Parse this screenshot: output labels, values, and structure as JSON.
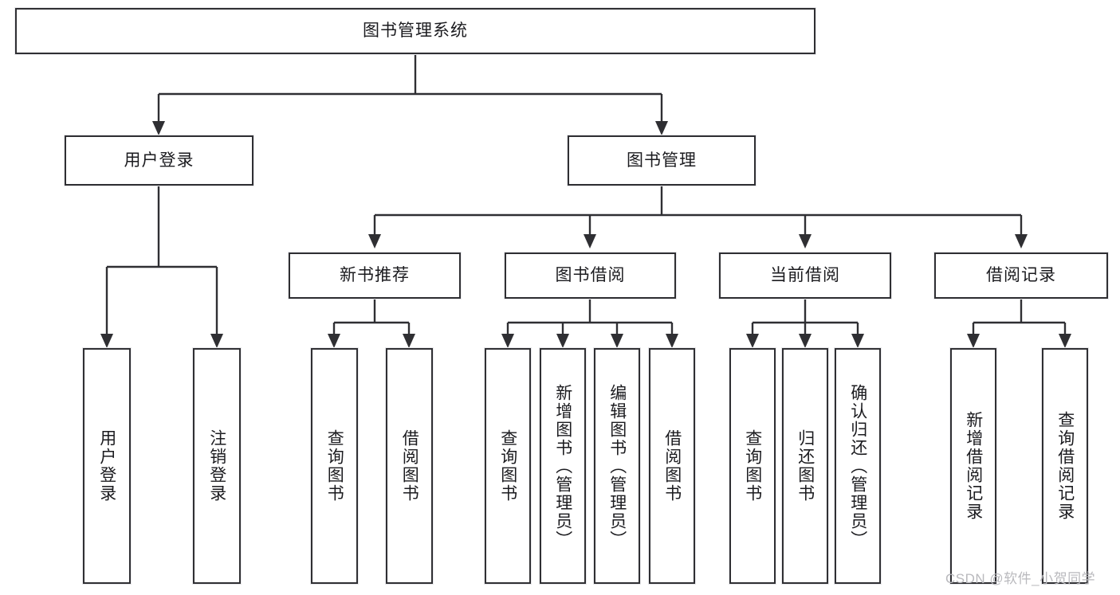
{
  "diagram": {
    "title": "图书管理系统",
    "type": "tree-hierarchy-chart",
    "root": {
      "id": "root",
      "label": "图书管理系统"
    },
    "level2": [
      {
        "id": "user-login",
        "label": "用户登录"
      },
      {
        "id": "book-manage",
        "label": "图书管理"
      }
    ],
    "level3": [
      {
        "id": "new-book-rec",
        "label": "新书推荐"
      },
      {
        "id": "book-borrow",
        "label": "图书借阅"
      },
      {
        "id": "current-borrow",
        "label": "当前借阅"
      },
      {
        "id": "borrow-record",
        "label": "借阅记录"
      }
    ],
    "leaves": {
      "user_login": [
        {
          "id": "leaf-user-login",
          "label": "用户登录"
        },
        {
          "id": "leaf-logout-login",
          "label": "注销登录"
        }
      ],
      "new_book_rec": [
        {
          "id": "leaf-query-book-1",
          "label": "查询图书"
        },
        {
          "id": "leaf-borrow-book-1",
          "label": "借阅图书"
        }
      ],
      "book_borrow": [
        {
          "id": "leaf-query-book-2",
          "label": "查询图书"
        },
        {
          "id": "leaf-add-book",
          "label": "新增图书（管理员）"
        },
        {
          "id": "leaf-edit-book",
          "label": "编辑图书（管理员）"
        },
        {
          "id": "leaf-borrow-book-2",
          "label": "借阅图书"
        }
      ],
      "current_borrow": [
        {
          "id": "leaf-query-book-3",
          "label": "查询图书"
        },
        {
          "id": "leaf-return-book",
          "label": "归还图书"
        },
        {
          "id": "leaf-confirm-return",
          "label": "确认归还（管理员）"
        }
      ],
      "borrow_record": [
        {
          "id": "leaf-add-record",
          "label": "新增借阅记录"
        },
        {
          "id": "leaf-query-record",
          "label": "查询借阅记录"
        }
      ]
    }
  },
  "watermark": {
    "text": "CSDN @软件_小贺同学"
  },
  "colors": {
    "border": "#2f2f33",
    "background": "#ffffff",
    "text": "#1b1b1f",
    "watermark": "#b9b9bd"
  }
}
